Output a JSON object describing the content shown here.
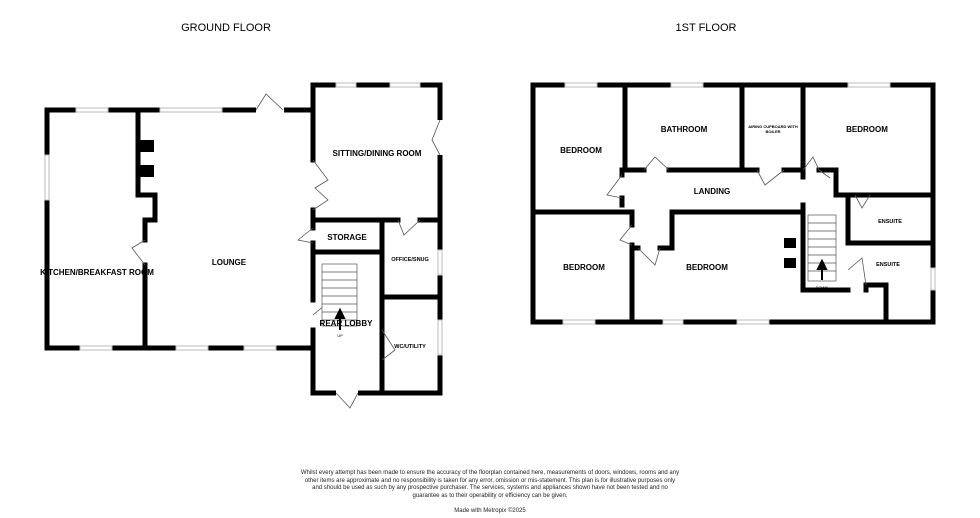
{
  "floors": {
    "ground": {
      "title": "GROUND FLOOR",
      "rooms": {
        "kitchen": "KITCHEN/BREAKFAST ROOM",
        "lounge": "LOUNGE",
        "sitting": "SITTING/DINING ROOM",
        "storage": "STORAGE",
        "office": "OFFICE/SNUG",
        "lobby": "REAR LOBBY",
        "wc": "WC/UTILITY"
      },
      "stair_label": "UP"
    },
    "first": {
      "title": "1ST FLOOR",
      "rooms": {
        "bedroom1": "BEDROOM",
        "bathroom": "BATHROOM",
        "airing": "AIRING CUPBOARD WITH",
        "airing2": "BOILER",
        "bedroom2": "BEDROOM",
        "landing": "LANDING",
        "ensuite1": "ENSUITE",
        "bedroom3": "BEDROOM",
        "bedroom4": "BEDROOM",
        "ensuite2": "ENSUITE"
      },
      "stair_label": "DOWN"
    }
  },
  "disclaimer": "Whilst every attempt has been made to ensure the accuracy of the floorplan contained here, measurements of doors, windows, rooms and any other items are approximate and no responsibility is taken for any error, omission or mis-statement. This plan is for illustrative purposes only and should be used as such by any prospective purchaser. The services, systems and appliances shown have not been tested and no guarantee as to their operability or efficiency can be given.",
  "credit": "Made with Metropix ©2025"
}
